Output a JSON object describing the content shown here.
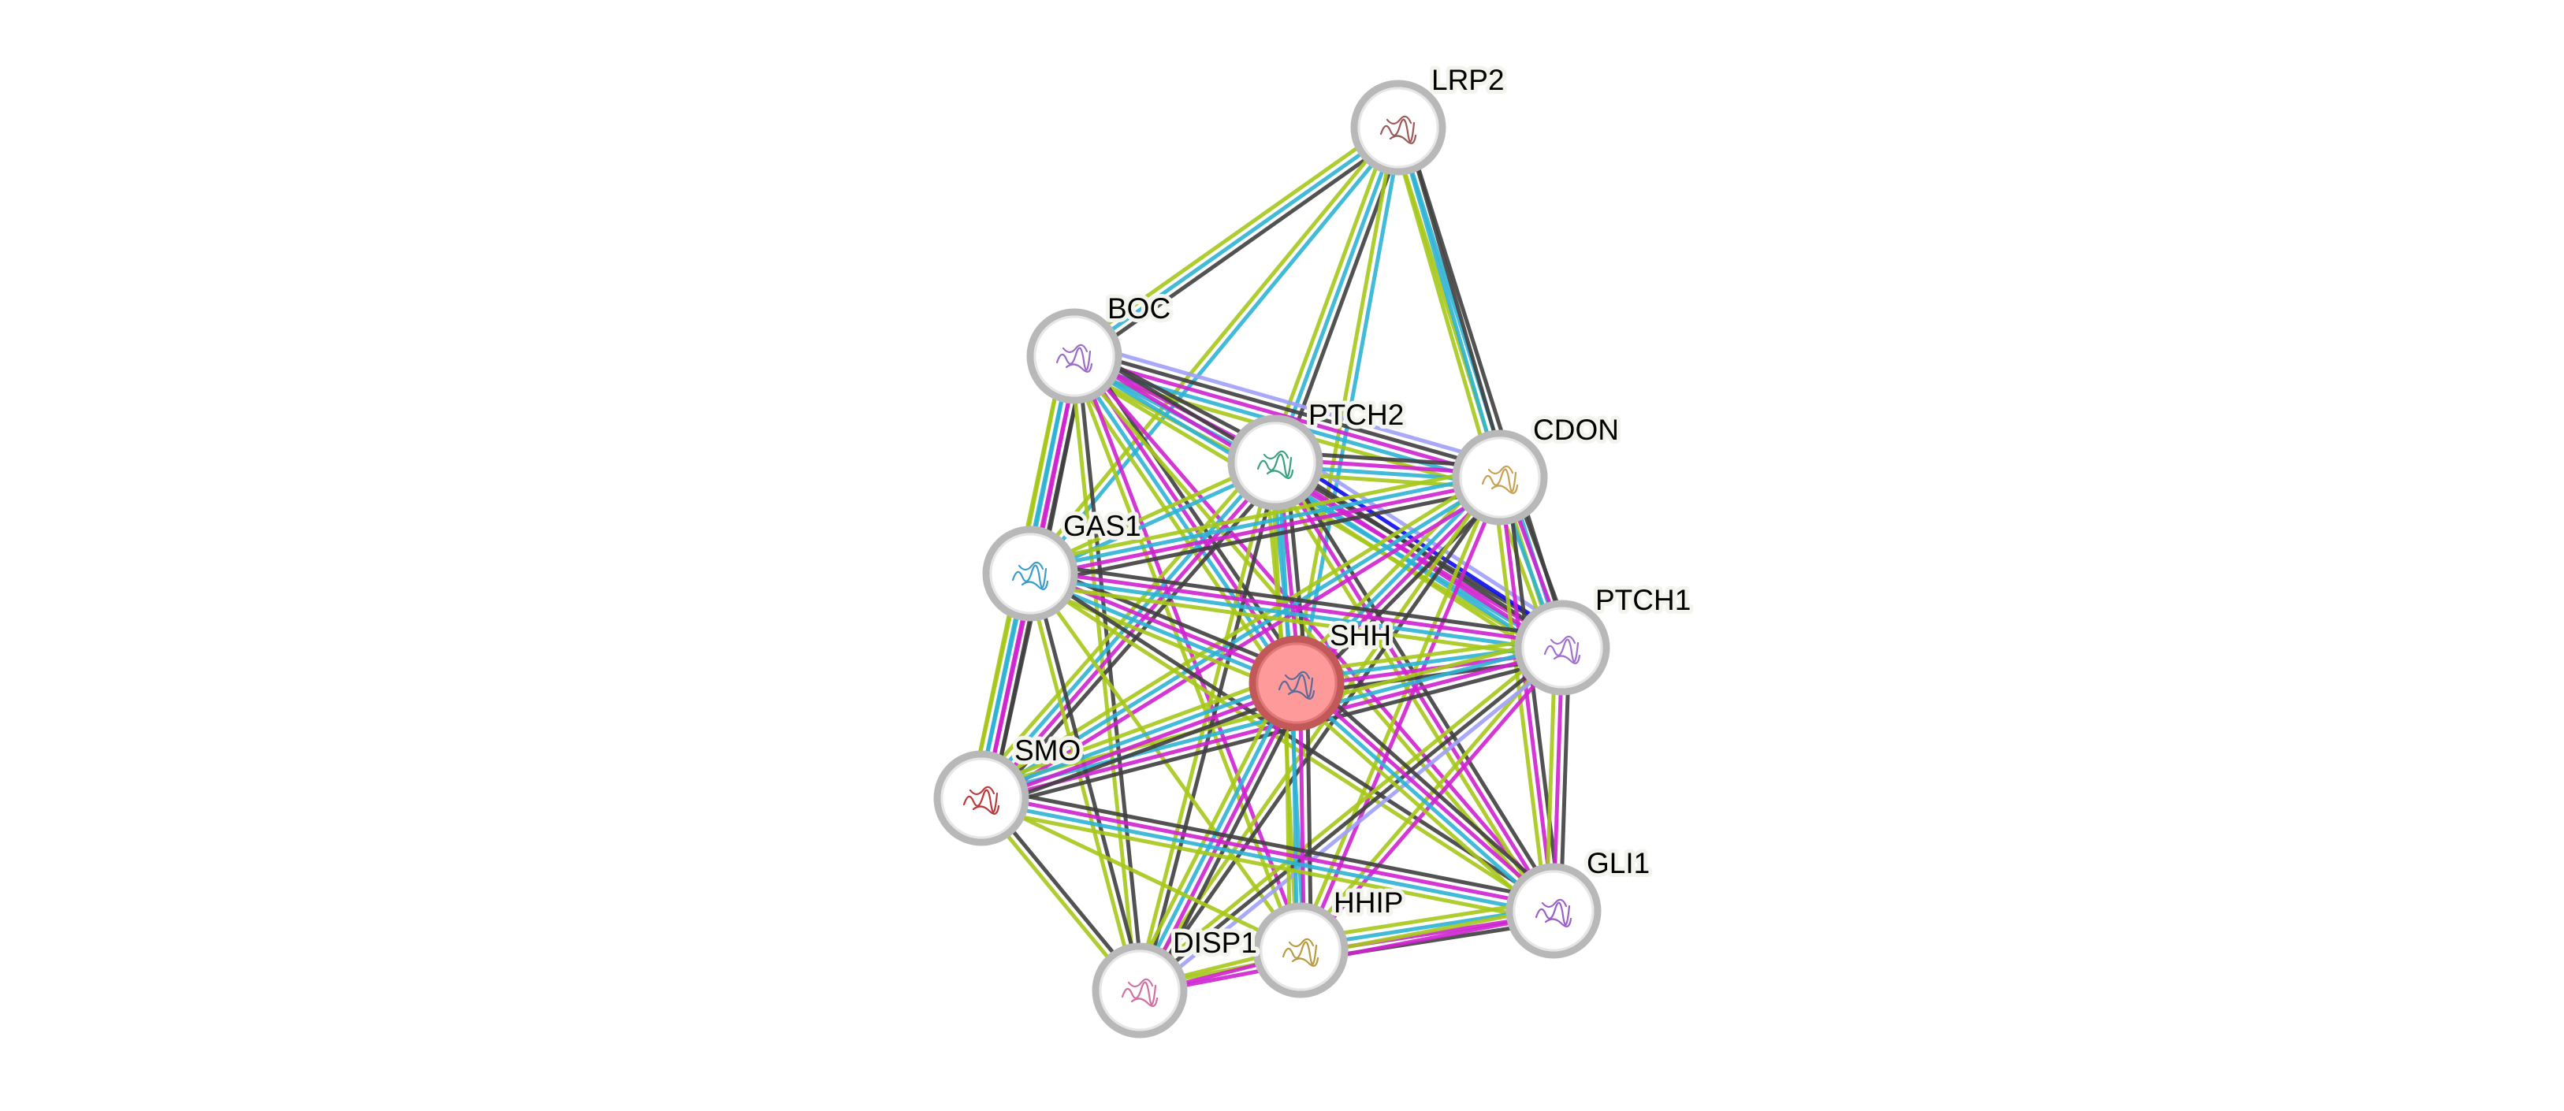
{
  "title": "STRING protein interaction network",
  "query_protein": "SHH",
  "colors": {
    "node_border": "#b8b8b8",
    "node_fill": "#ffffff",
    "query_fill": "#ff9a9a",
    "query_border": "#c25858",
    "label_halo": "#f4f4ef"
  },
  "evidence_colors": {
    "textmining": "#a6c81a",
    "database": "#2eb3d4",
    "experiments": "#cf22cf",
    "coexpression": "#3f3f3f",
    "homology": "#a0a0f8",
    "gene_fusion": "#0a0af0"
  },
  "nodes": [
    {
      "id": "LRP2",
      "label": "LRP2",
      "structure_color": "#9b5a5a"
    },
    {
      "id": "BOC",
      "label": "BOC",
      "structure_color": "#9a6cc8"
    },
    {
      "id": "PTCH2",
      "label": "PTCH2",
      "structure_color": "#3aa080"
    },
    {
      "id": "CDON",
      "label": "CDON",
      "structure_color": "#c8a050"
    },
    {
      "id": "GAS1",
      "label": "GAS1",
      "structure_color": "#3a9ccc"
    },
    {
      "id": "PTCH1",
      "label": "PTCH1",
      "structure_color": "#a070d0"
    },
    {
      "id": "SHH",
      "label": "SHH",
      "structure_color": "#5a6a9a",
      "query": true
    },
    {
      "id": "SMO",
      "label": "SMO",
      "structure_color": "#b83a3a"
    },
    {
      "id": "GLI1",
      "label": "GLI1",
      "structure_color": "#9a60c8"
    },
    {
      "id": "HHIP",
      "label": "HHIP",
      "structure_color": "#b89a40"
    },
    {
      "id": "DISP1",
      "label": "DISP1",
      "structure_color": "#d070a0"
    }
  ],
  "edges": [
    {
      "a": "LRP2",
      "b": "BOC",
      "evidence": [
        "coexpression",
        "database",
        "textmining"
      ]
    },
    {
      "a": "LRP2",
      "b": "GAS1",
      "evidence": [
        "database",
        "textmining"
      ]
    },
    {
      "a": "LRP2",
      "b": "PTCH2",
      "evidence": [
        "coexpression",
        "database",
        "textmining"
      ]
    },
    {
      "a": "LRP2",
      "b": "SHH",
      "evidence": [
        "database",
        "textmining"
      ]
    },
    {
      "a": "LRP2",
      "b": "PTCH1",
      "evidence": [
        "coexpression",
        "database",
        "textmining"
      ]
    },
    {
      "a": "LRP2",
      "b": "CDON",
      "evidence": [
        "coexpression",
        "database",
        "textmining"
      ]
    },
    {
      "a": "BOC",
      "b": "CDON",
      "evidence": [
        "homology",
        "coexpression",
        "experiments",
        "database",
        "textmining"
      ]
    },
    {
      "a": "BOC",
      "b": "PTCH2",
      "evidence": [
        "coexpression",
        "experiments",
        "database",
        "textmining"
      ]
    },
    {
      "a": "BOC",
      "b": "PTCH1",
      "evidence": [
        "coexpression",
        "experiments",
        "database",
        "textmining"
      ]
    },
    {
      "a": "BOC",
      "b": "SHH",
      "evidence": [
        "coexpression",
        "experiments",
        "database",
        "textmining"
      ]
    },
    {
      "a": "BOC",
      "b": "GAS1",
      "evidence": [
        "coexpression",
        "experiments",
        "database",
        "textmining"
      ]
    },
    {
      "a": "BOC",
      "b": "SMO",
      "evidence": [
        "coexpression",
        "experiments",
        "database",
        "textmining"
      ]
    },
    {
      "a": "BOC",
      "b": "GLI1",
      "evidence": [
        "experiments",
        "textmining"
      ]
    },
    {
      "a": "BOC",
      "b": "DISP1",
      "evidence": [
        "coexpression",
        "textmining"
      ]
    },
    {
      "a": "BOC",
      "b": "HHIP",
      "evidence": [
        "experiments",
        "textmining"
      ]
    },
    {
      "a": "PTCH2",
      "b": "PTCH1",
      "evidence": [
        "homology",
        "gene_fusion",
        "coexpression",
        "experiments",
        "database",
        "textmining"
      ]
    },
    {
      "a": "PTCH2",
      "b": "CDON",
      "evidence": [
        "coexpression",
        "experiments",
        "database",
        "textmining"
      ]
    },
    {
      "a": "PTCH2",
      "b": "SHH",
      "evidence": [
        "coexpression",
        "experiments",
        "database",
        "textmining"
      ]
    },
    {
      "a": "PTCH2",
      "b": "GAS1",
      "evidence": [
        "database",
        "textmining"
      ]
    },
    {
      "a": "PTCH2",
      "b": "SMO",
      "evidence": [
        "coexpression",
        "experiments",
        "database",
        "textmining"
      ]
    },
    {
      "a": "PTCH2",
      "b": "GLI1",
      "evidence": [
        "coexpression",
        "experiments",
        "textmining"
      ]
    },
    {
      "a": "PTCH2",
      "b": "HHIP",
      "evidence": [
        "database",
        "textmining"
      ]
    },
    {
      "a": "PTCH2",
      "b": "DISP1",
      "evidence": [
        "coexpression",
        "textmining"
      ]
    },
    {
      "a": "CDON",
      "b": "PTCH1",
      "evidence": [
        "coexpression",
        "experiments",
        "database",
        "textmining"
      ]
    },
    {
      "a": "CDON",
      "b": "SHH",
      "evidence": [
        "coexpression",
        "experiments",
        "database",
        "textmining"
      ]
    },
    {
      "a": "CDON",
      "b": "GAS1",
      "evidence": [
        "coexpression",
        "experiments",
        "database",
        "textmining"
      ]
    },
    {
      "a": "CDON",
      "b": "SMO",
      "evidence": [
        "experiments",
        "database",
        "textmining"
      ]
    },
    {
      "a": "CDON",
      "b": "GLI1",
      "evidence": [
        "coexpression",
        "experiments",
        "textmining"
      ]
    },
    {
      "a": "CDON",
      "b": "HHIP",
      "evidence": [
        "experiments",
        "textmining"
      ]
    },
    {
      "a": "CDON",
      "b": "DISP1",
      "evidence": [
        "coexpression",
        "textmining"
      ]
    },
    {
      "a": "GAS1",
      "b": "SHH",
      "evidence": [
        "coexpression",
        "experiments",
        "database",
        "textmining"
      ]
    },
    {
      "a": "GAS1",
      "b": "PTCH1",
      "evidence": [
        "coexpression",
        "experiments",
        "database",
        "textmining"
      ]
    },
    {
      "a": "GAS1",
      "b": "SMO",
      "evidence": [
        "coexpression",
        "experiments",
        "database",
        "textmining"
      ]
    },
    {
      "a": "GAS1",
      "b": "GLI1",
      "evidence": [
        "coexpression",
        "textmining"
      ]
    },
    {
      "a": "GAS1",
      "b": "HHIP",
      "evidence": [
        "textmining"
      ]
    },
    {
      "a": "GAS1",
      "b": "DISP1",
      "evidence": [
        "coexpression",
        "textmining"
      ]
    },
    {
      "a": "PTCH1",
      "b": "SHH",
      "evidence": [
        "coexpression",
        "experiments",
        "database",
        "textmining"
      ]
    },
    {
      "a": "PTCH1",
      "b": "SMO",
      "evidence": [
        "coexpression",
        "experiments",
        "database",
        "textmining"
      ]
    },
    {
      "a": "PTCH1",
      "b": "GLI1",
      "evidence": [
        "coexpression",
        "experiments",
        "textmining"
      ]
    },
    {
      "a": "PTCH1",
      "b": "HHIP",
      "evidence": [
        "experiments",
        "textmining"
      ]
    },
    {
      "a": "PTCH1",
      "b": "DISP1",
      "evidence": [
        "homology",
        "coexpression",
        "textmining"
      ]
    },
    {
      "a": "SHH",
      "b": "SMO",
      "evidence": [
        "coexpression",
        "experiments",
        "database",
        "textmining"
      ]
    },
    {
      "a": "SHH",
      "b": "GLI1",
      "evidence": [
        "coexpression",
        "experiments",
        "database",
        "textmining"
      ]
    },
    {
      "a": "SHH",
      "b": "HHIP",
      "evidence": [
        "coexpression",
        "experiments",
        "database",
        "textmining"
      ]
    },
    {
      "a": "SHH",
      "b": "DISP1",
      "evidence": [
        "coexpression",
        "experiments",
        "database",
        "textmining"
      ]
    },
    {
      "a": "SMO",
      "b": "GLI1",
      "evidence": [
        "coexpression",
        "experiments",
        "database",
        "textmining"
      ]
    },
    {
      "a": "SMO",
      "b": "HHIP",
      "evidence": [
        "textmining"
      ]
    },
    {
      "a": "SMO",
      "b": "DISP1",
      "evidence": [
        "coexpression",
        "textmining"
      ]
    },
    {
      "a": "GLI1",
      "b": "HHIP",
      "evidence": [
        "coexpression",
        "experiments",
        "database",
        "textmining"
      ]
    },
    {
      "a": "GLI1",
      "b": "DISP1",
      "evidence": [
        "experiments",
        "textmining"
      ]
    },
    {
      "a": "HHIP",
      "b": "DISP1",
      "evidence": [
        "experiments",
        "textmining"
      ]
    }
  ]
}
